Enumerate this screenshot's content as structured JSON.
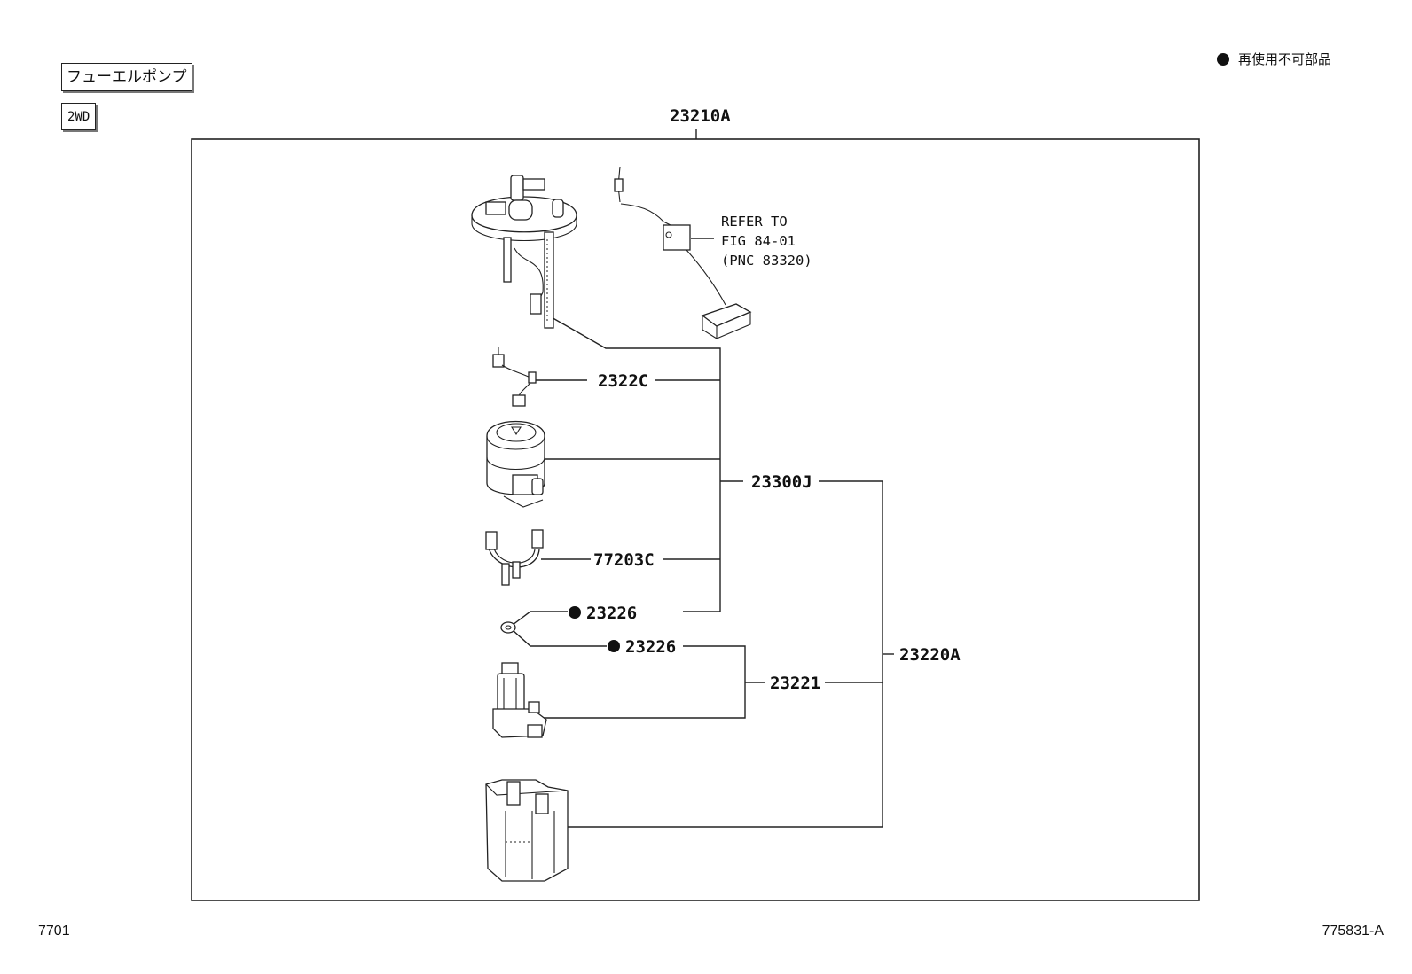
{
  "header": {
    "title_tag": "フューエルポンプ",
    "drive_tag": "2WD",
    "legend": "再使用不可部品"
  },
  "parts": {
    "assembly": "23210A",
    "wire": "2322C",
    "filter": "23300J",
    "bracket": "77203C",
    "gasket_upper": "23226",
    "gasket_lower": "23226",
    "pump": "23221",
    "pump_sub": "23220A"
  },
  "reference": {
    "line1": "REFER TO",
    "line2": "FIG 84-01",
    "line3": "(PNC 83320)"
  },
  "footer": {
    "page_number": "7701",
    "figure_id": "775831-A"
  }
}
